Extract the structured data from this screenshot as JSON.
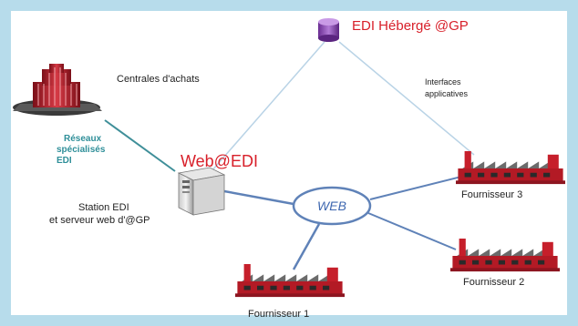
{
  "colors": {
    "frame": "#b7dceb",
    "link": "#5f82b8",
    "link_light": "#b9d3e6",
    "teal_link": "#3f8f99",
    "red": "#d8202a",
    "teal_text": "#2f8f99",
    "factory": "#c61f2b",
    "db": "#8a46b2"
  },
  "diagram": {
    "edi_heberge_label": "EDI Hébergé @GP",
    "interfaces_label": "Interfaces\napplicatives",
    "centrales_label": "Centrales d'achats",
    "reseaux_label": "Réseaux\nspécialisés\nEDI",
    "web_edi_label": "Web@EDI",
    "station_label": "Station EDI\net serveur web d'@GP",
    "web_label": "WEB",
    "fournisseur_1": "Fournisseur 1",
    "fournisseur_2": "Fournisseur 2",
    "fournisseur_3": "Fournisseur 3",
    "icons": [
      "database-icon",
      "building-icon",
      "server-icon",
      "factory-icon"
    ]
  }
}
